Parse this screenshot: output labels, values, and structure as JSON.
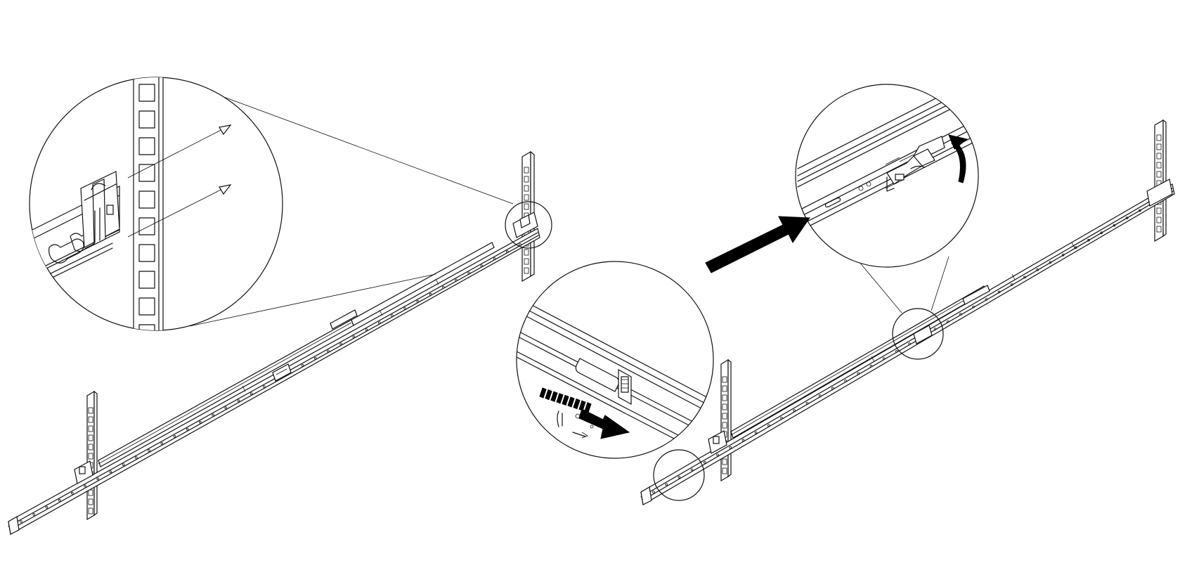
{
  "diagram": {
    "panels": [
      {
        "id": "left",
        "detail": "rear-post-latch-detail"
      },
      {
        "id": "right",
        "detail": "front-release-and-latch-detail"
      }
    ],
    "colors": {
      "line": "#111111",
      "background": "#ffffff",
      "arrow": "#000000"
    },
    "icons": [
      "arrow-icon",
      "curved-arrow-icon"
    ]
  }
}
